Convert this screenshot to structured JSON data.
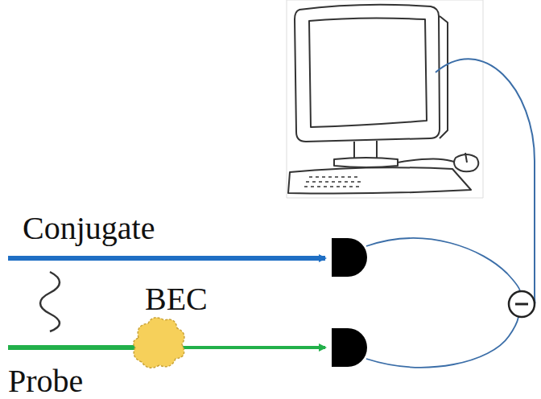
{
  "diagram": {
    "labels": [
      "Conjugate",
      "BEC",
      "Probe"
    ]
  }
}
